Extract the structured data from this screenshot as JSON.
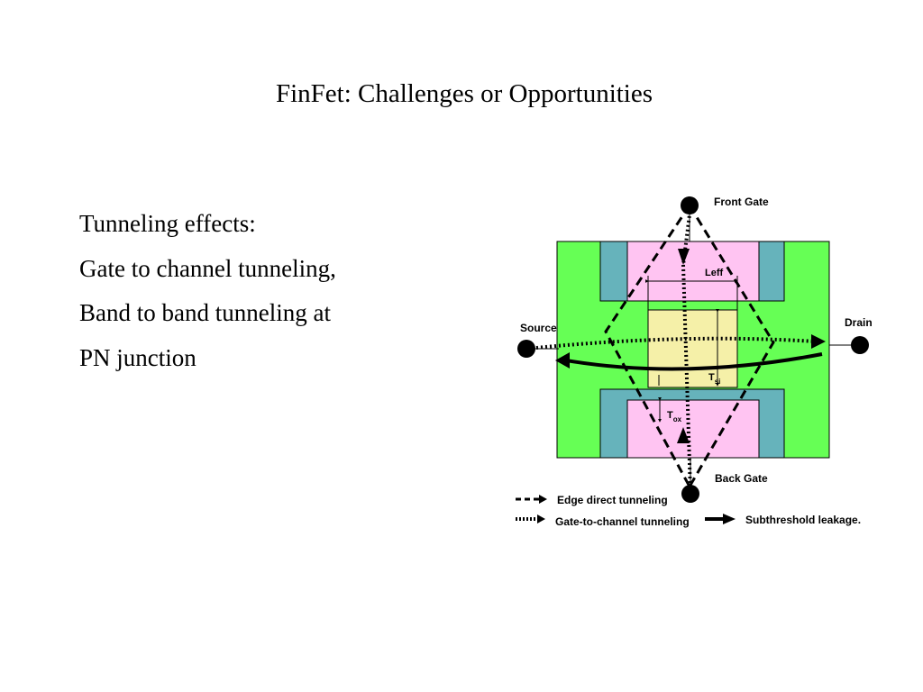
{
  "slide": {
    "title": "FinFet: Challenges or Opportunities",
    "bullets": [
      "Tunneling effects:",
      "Gate to channel tunneling,",
      "Band to band tunneling at",
      "PN junction"
    ]
  },
  "diagram": {
    "labels": {
      "front_gate": "Front Gate",
      "back_gate": "Back Gate",
      "source": "Source",
      "drain": "Drain",
      "leff": "Leff",
      "tsi": "T",
      "tsi_sub": "si",
      "tox": "T",
      "tox_sub": "ox"
    },
    "legend": {
      "edge_direct": "Edge direct tunneling",
      "gate_to_channel": "Gate-to-channel tunneling",
      "subthreshold": "Subthreshold leakage."
    },
    "colors": {
      "substrate": "#66ff55",
      "oxide": "#66b3bb",
      "gate": "#ffc4f2",
      "channel": "#f5f0a8"
    }
  }
}
